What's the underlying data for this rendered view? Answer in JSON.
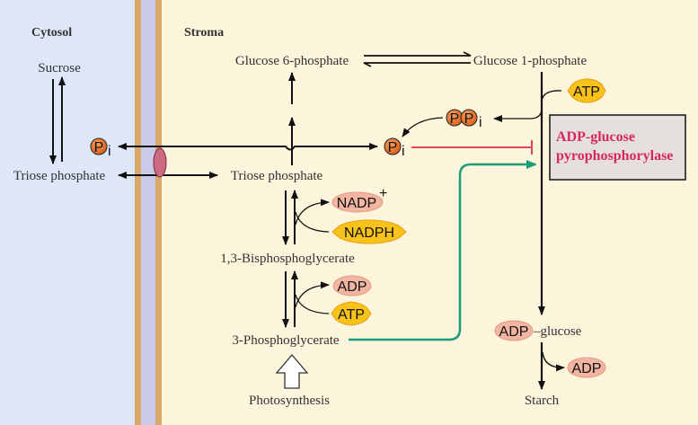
{
  "regions": {
    "cytosol": "Cytosol",
    "stroma": "Stroma"
  },
  "metabolites": {
    "sucrose": "Sucrose",
    "triose_cytosol": "Triose phosphate",
    "triose_stroma": "Triose phosphate",
    "glucose6p": "Glucose 6-phosphate",
    "glucose1p": "Glucose 1-phosphate",
    "bpg": "1,3-Bisphosphoglycerate",
    "pga": "3-Phosphoglycerate",
    "photosynthesis": "Photosynthesis",
    "adp_glucose_suffix": "–glucose",
    "starch": "Starch"
  },
  "cofactors": {
    "pi_letter": "P",
    "pi_sub": "i",
    "nadp": "NADP",
    "nadp_sup": "+",
    "nadph": "NADPH",
    "adp": "ADP",
    "atp": "ATP"
  },
  "enzyme": {
    "line1": "ADP-glucose",
    "line2": "pyrophosphorylase"
  },
  "colors": {
    "cytosol": "#dde7f7",
    "stroma": "#fdf4dc",
    "membrane_outer": "#d9a86a",
    "membrane_inner": "#c9cbe8",
    "inhibition": "#e0445e",
    "activation": "#1a9e7a",
    "enzyme_text": "#d6285a"
  }
}
